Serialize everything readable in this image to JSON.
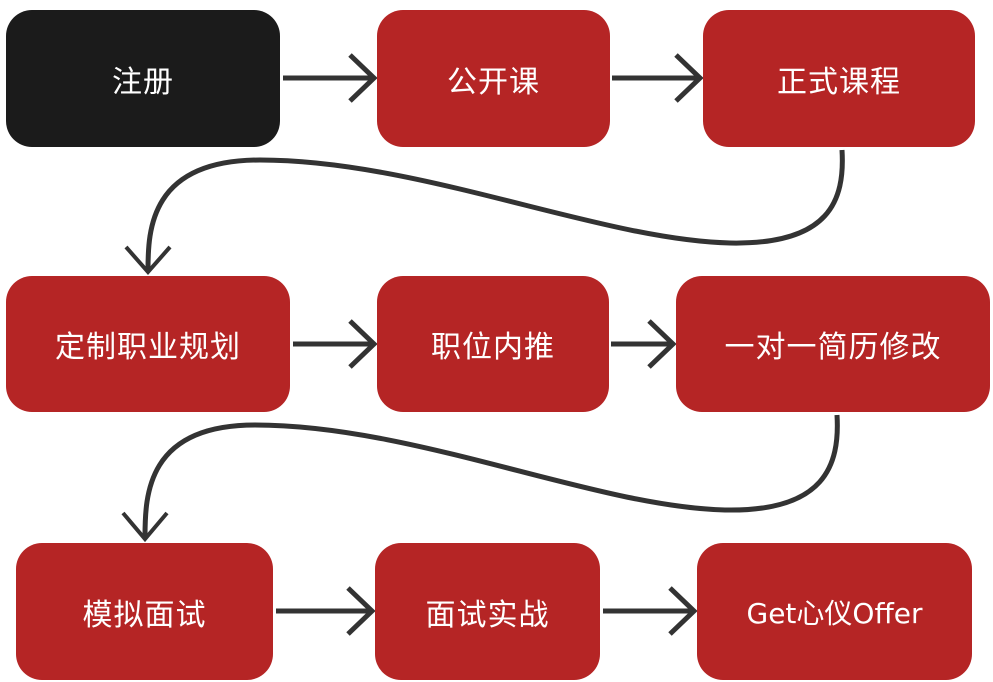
{
  "diagram": {
    "type": "flowchart",
    "colors": {
      "start_node": "#1b1b1b",
      "step_node": "#b52525",
      "text": "#ffffff",
      "connector": "#333333"
    },
    "nodes": [
      {
        "id": "register",
        "label": "注册",
        "kind": "start"
      },
      {
        "id": "open-class",
        "label": "公开课",
        "kind": "step"
      },
      {
        "id": "formal-course",
        "label": "正式课程",
        "kind": "step"
      },
      {
        "id": "career-planning",
        "label": "定制职业规划",
        "kind": "step"
      },
      {
        "id": "job-referral",
        "label": "职位内推",
        "kind": "step"
      },
      {
        "id": "resume-revision",
        "label": "一对一简历修改",
        "kind": "step"
      },
      {
        "id": "mock-interview",
        "label": "模拟面试",
        "kind": "step"
      },
      {
        "id": "interview-practice",
        "label": "面试实战",
        "kind": "step"
      },
      {
        "id": "get-offer",
        "label": "Get心仪Offer",
        "kind": "step"
      }
    ],
    "edges": [
      {
        "from": "register",
        "to": "open-class"
      },
      {
        "from": "open-class",
        "to": "formal-course"
      },
      {
        "from": "formal-course",
        "to": "career-planning"
      },
      {
        "from": "career-planning",
        "to": "job-referral"
      },
      {
        "from": "job-referral",
        "to": "resume-revision"
      },
      {
        "from": "resume-revision",
        "to": "mock-interview"
      },
      {
        "from": "mock-interview",
        "to": "interview-practice"
      },
      {
        "from": "interview-practice",
        "to": "get-offer"
      }
    ]
  }
}
